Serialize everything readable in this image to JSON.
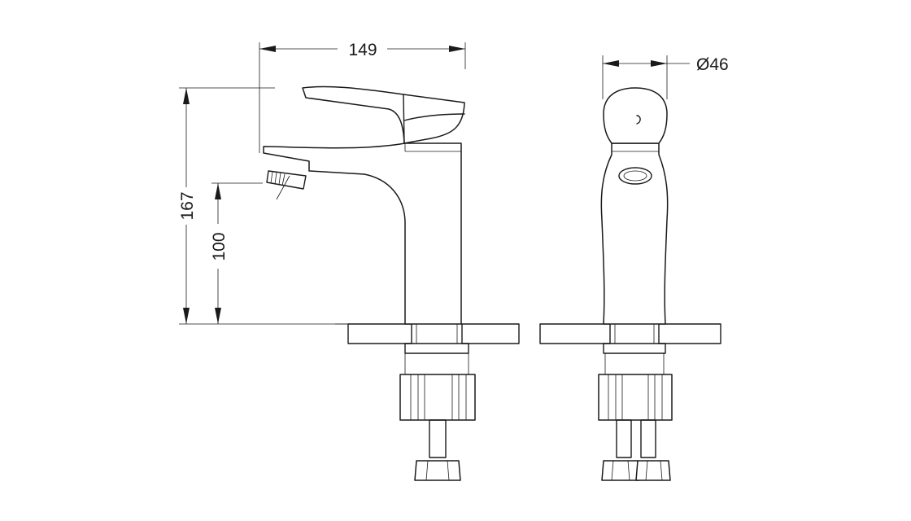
{
  "dimensions": {
    "width_label": "149",
    "diameter_label": "Ø46",
    "height_label": "167",
    "spout_height_label": "100"
  },
  "colors": {
    "line": "#1a1a1a",
    "background": "#ffffff"
  }
}
